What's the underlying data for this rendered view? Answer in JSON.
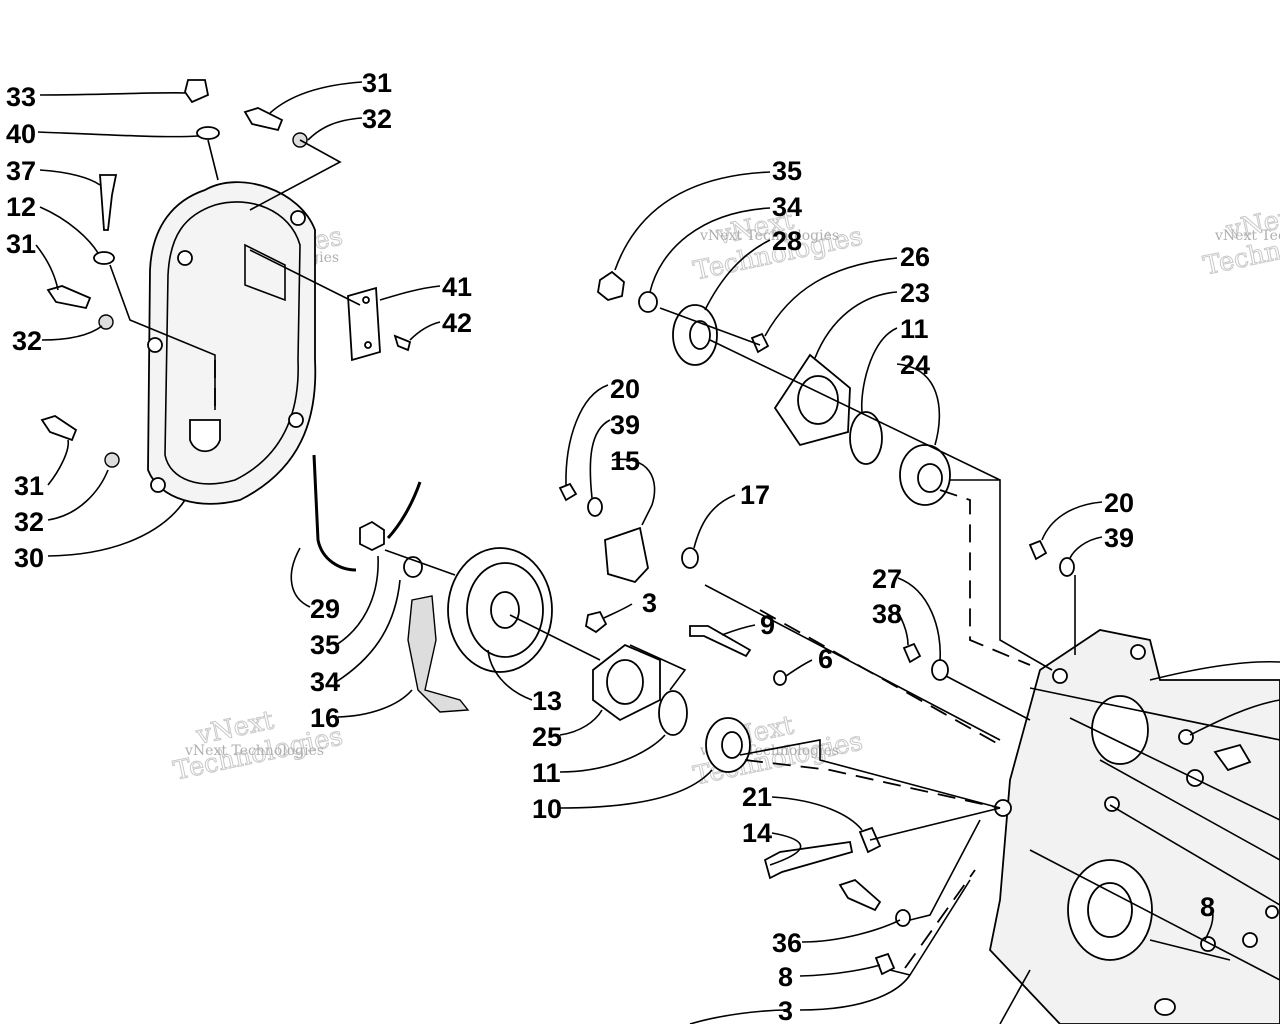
{
  "callouts": {
    "c33": "33",
    "c40": "40",
    "c37": "37",
    "c12": "12",
    "c31a": "31",
    "c32a": "32",
    "c31b": "31",
    "c32b": "32",
    "c31c": "31",
    "c32c": "32",
    "c30": "30",
    "c41": "41",
    "c42": "42",
    "c29": "29",
    "c35a": "35",
    "c34a": "34",
    "c16": "16",
    "c13": "13",
    "c25": "25",
    "c11a": "11",
    "c10": "10",
    "c3a": "3",
    "c9": "9",
    "c6": "6",
    "c17": "17",
    "c15": "15",
    "c39a": "39",
    "c20a": "20",
    "c35b": "35",
    "c34b": "34",
    "c28": "28",
    "c26": "26",
    "c23": "23",
    "c11b": "11",
    "c24": "24",
    "c20b": "20",
    "c39b": "39",
    "c27": "27",
    "c38": "38",
    "c21": "21",
    "c14": "14",
    "c36": "36",
    "c8a": "8",
    "c3b": "3",
    "c8b": "8"
  },
  "watermark": {
    "big": "vNext Technologies",
    "small": "vNext Technologies",
    "big_word1": "vNext",
    "big_word2": "Technologies"
  }
}
